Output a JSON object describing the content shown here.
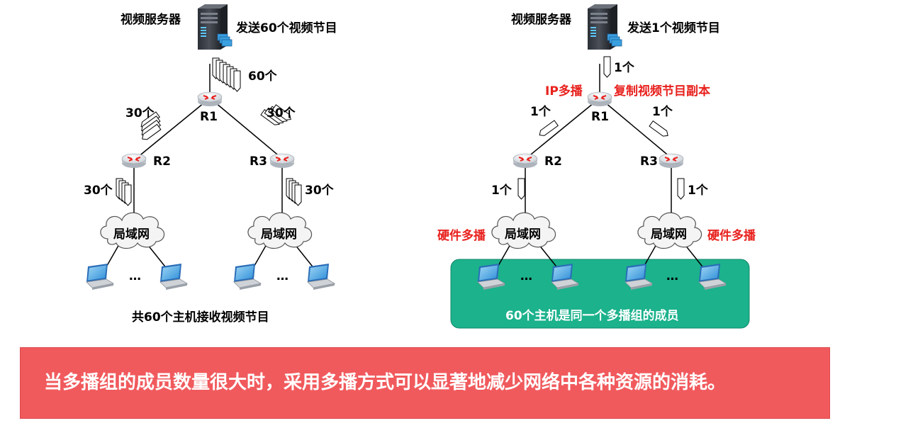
{
  "left": {
    "server_label": "视频服务器",
    "send_label": "发送60个视频节目",
    "from_server_count": "60个",
    "r1": "R1",
    "r2": "R2",
    "r3": "R3",
    "to_r2_count": "30个",
    "to_r3_count": "30个",
    "r2_down_count": "30个",
    "r3_down_count": "30个",
    "lan_label_1": "局域网",
    "lan_label_2": "局域网",
    "ellipsis_1": "…",
    "ellipsis_2": "…",
    "caption": "共60个主机接收视频节目"
  },
  "right": {
    "server_label": "视频服务器",
    "send_label": "发送1个视频节目",
    "from_server_count": "1个",
    "ip_multicast": "IP多播",
    "copy_label": "复制视频节目副本",
    "r1": "R1",
    "r2": "R2",
    "r3": "R3",
    "to_r2_count": "1个",
    "to_r3_count": "1个",
    "r2_down_count": "1个",
    "r3_down_count": "1个",
    "hw_multicast_left": "硬件多播",
    "hw_multicast_right": "硬件多播",
    "lan_label_1": "局域网",
    "lan_label_2": "局域网",
    "ellipsis_1": "…",
    "ellipsis_2": "…",
    "group_caption": "60个主机是同一个多播组的成员"
  },
  "banner": {
    "text": "当多播组的成员数量很大时，采用多播方式可以显著地减少网络中各种资源的消耗。"
  },
  "colors": {
    "highlight_red": "#e8211d",
    "group_box": "#1bb28c",
    "banner_bg": "#f15a5d"
  },
  "icons": [
    "server-icon",
    "router-icon",
    "cloud-icon",
    "laptop-icon",
    "packet-stack-icon"
  ]
}
